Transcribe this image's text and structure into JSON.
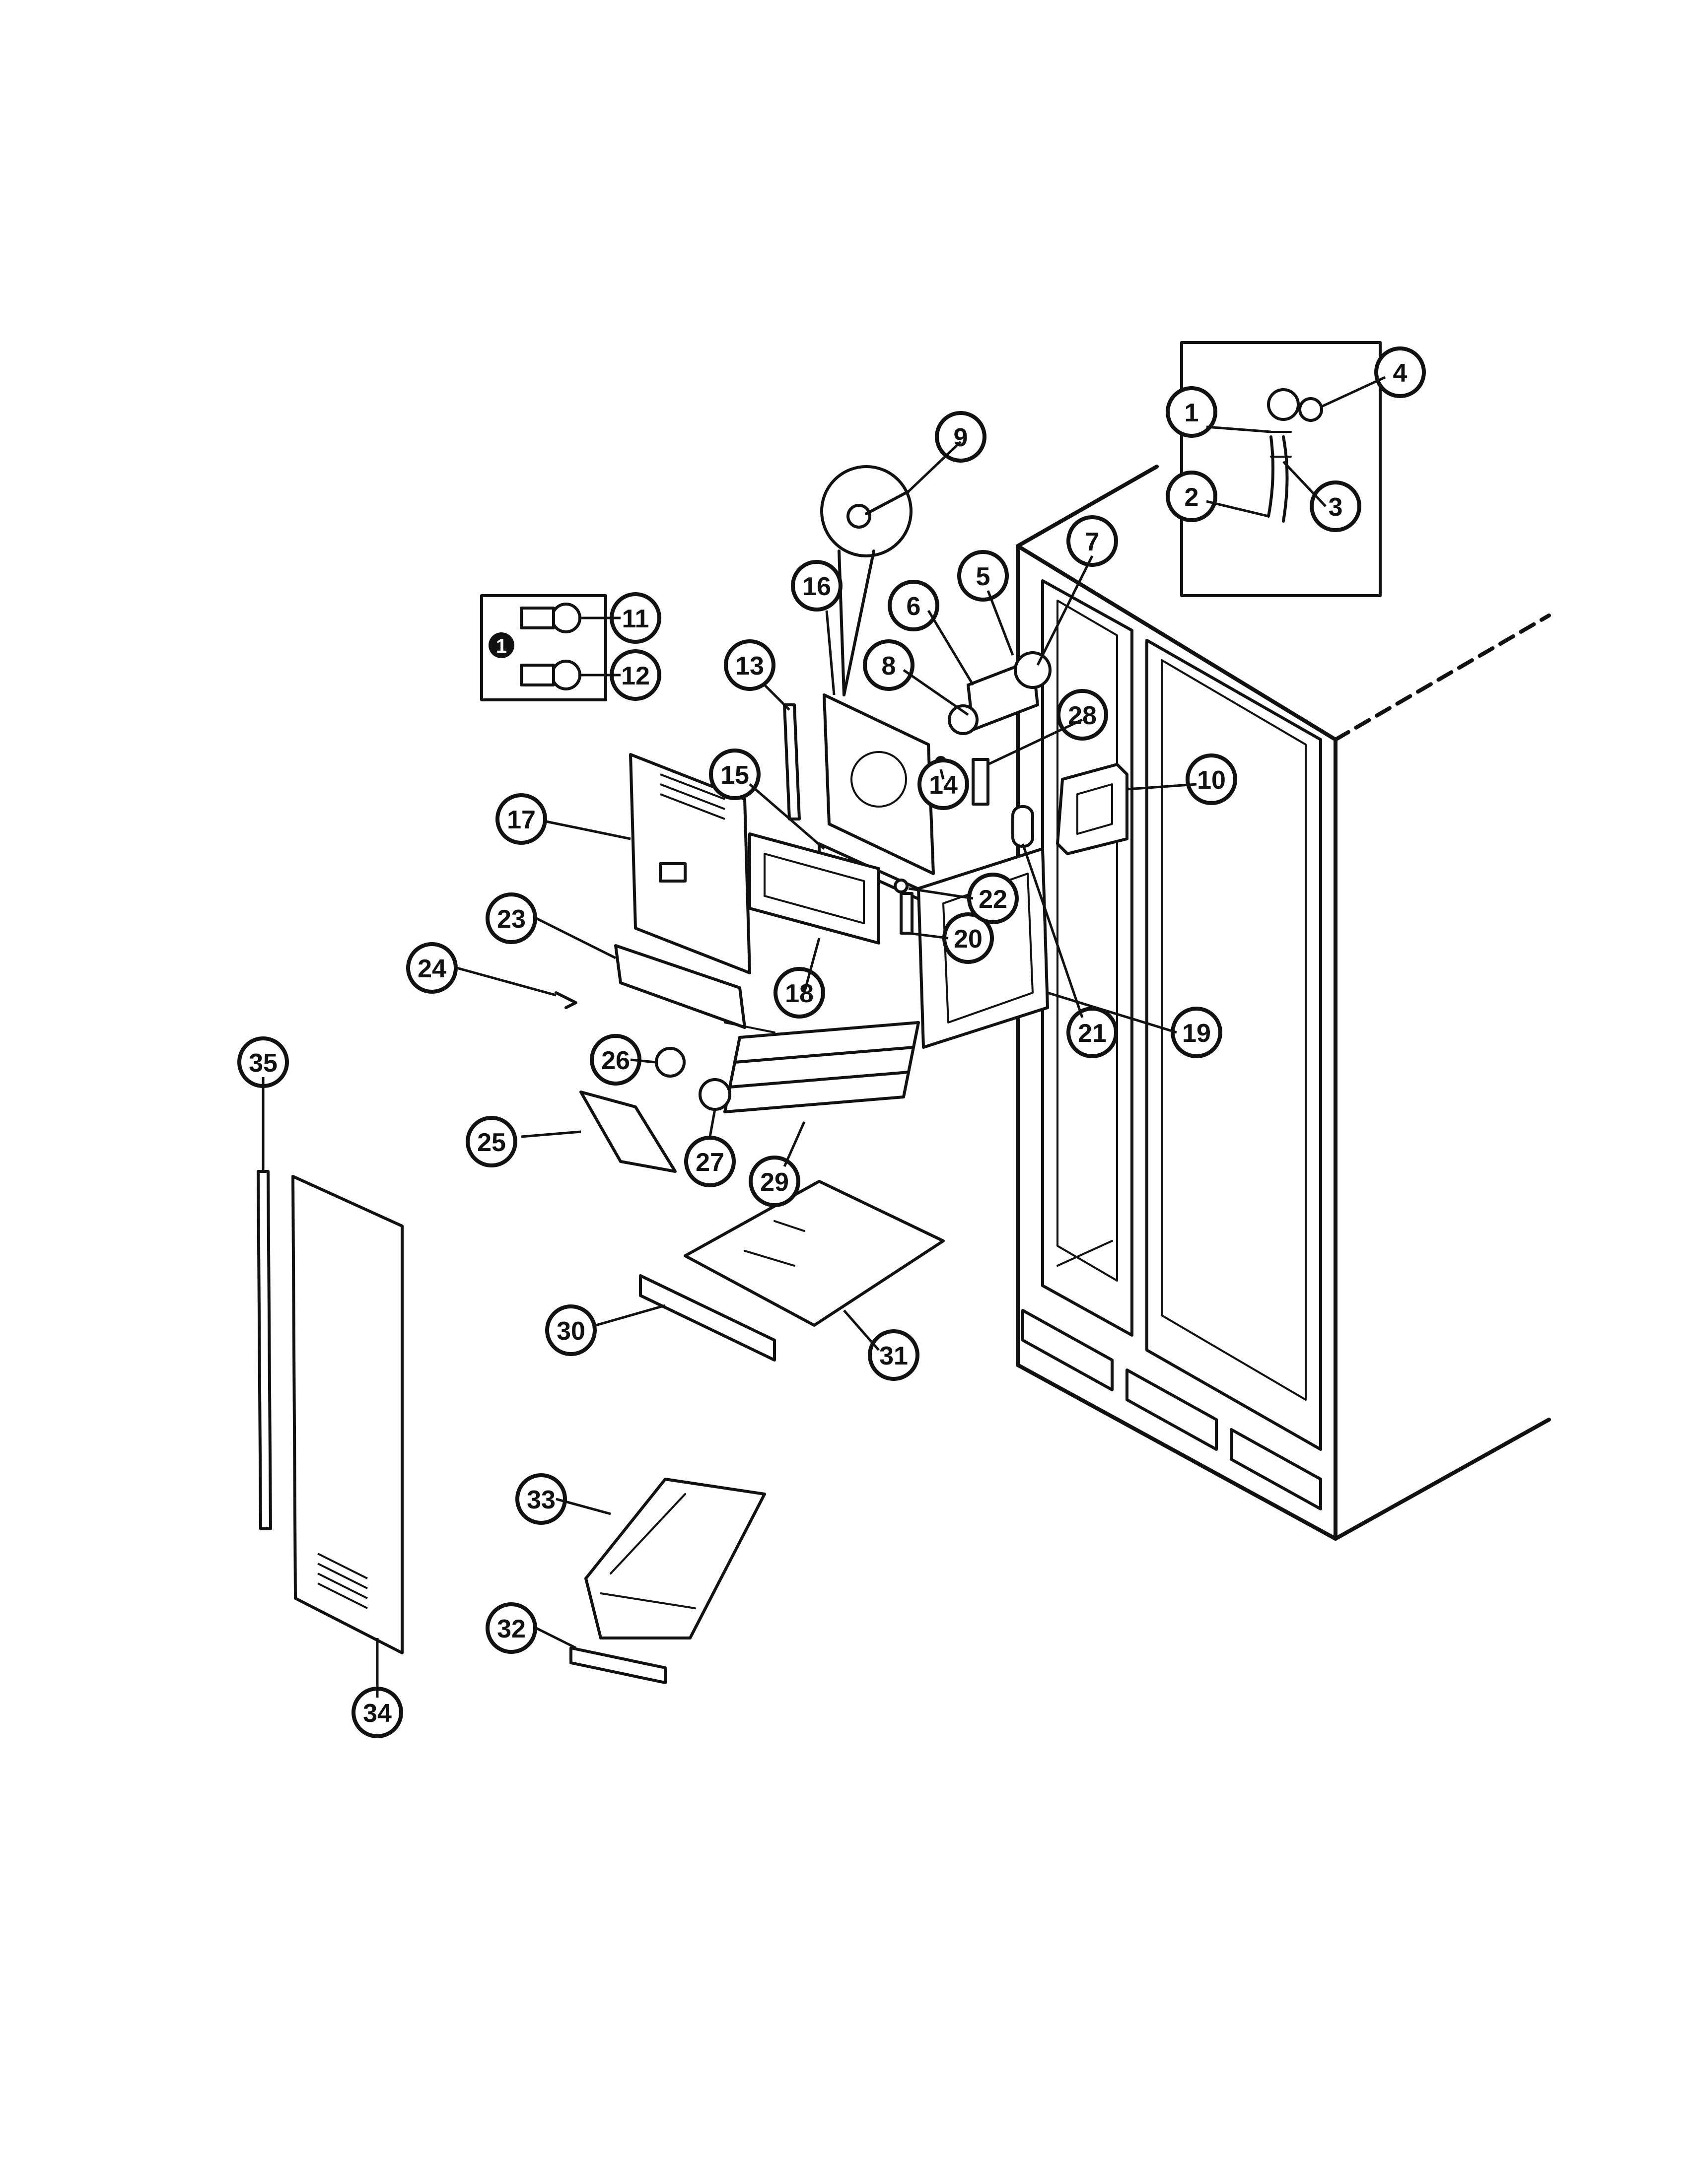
{
  "diagram": {
    "type": "exploded-parts-view",
    "callouts": [
      {
        "id": "c1",
        "label": "1"
      },
      {
        "id": "c2",
        "label": "2"
      },
      {
        "id": "c3",
        "label": "3"
      },
      {
        "id": "c4",
        "label": "4"
      },
      {
        "id": "c5",
        "label": "5"
      },
      {
        "id": "c6",
        "label": "6"
      },
      {
        "id": "c7",
        "label": "7"
      },
      {
        "id": "c8",
        "label": "8"
      },
      {
        "id": "c9",
        "label": "9"
      },
      {
        "id": "c10",
        "label": "10"
      },
      {
        "id": "c11",
        "label": "11"
      },
      {
        "id": "c12",
        "label": "12"
      },
      {
        "id": "c13",
        "label": "13"
      },
      {
        "id": "c14",
        "label": "14"
      },
      {
        "id": "c15",
        "label": "15"
      },
      {
        "id": "c16",
        "label": "16"
      },
      {
        "id": "c17",
        "label": "17"
      },
      {
        "id": "c18",
        "label": "18"
      },
      {
        "id": "c19",
        "label": "19"
      },
      {
        "id": "c20",
        "label": "20"
      },
      {
        "id": "c21",
        "label": "21"
      },
      {
        "id": "c22",
        "label": "22"
      },
      {
        "id": "c23",
        "label": "23"
      },
      {
        "id": "c24",
        "label": "24"
      },
      {
        "id": "c25",
        "label": "25"
      },
      {
        "id": "c26",
        "label": "26"
      },
      {
        "id": "c27",
        "label": "27"
      },
      {
        "id": "c28",
        "label": "28"
      },
      {
        "id": "c29",
        "label": "29"
      },
      {
        "id": "c30",
        "label": "30"
      },
      {
        "id": "c31",
        "label": "31"
      },
      {
        "id": "c32",
        "label": "32"
      },
      {
        "id": "c33",
        "label": "33"
      },
      {
        "id": "c34",
        "label": "34"
      },
      {
        "id": "c35",
        "label": "35"
      }
    ],
    "note_marker": "1"
  }
}
